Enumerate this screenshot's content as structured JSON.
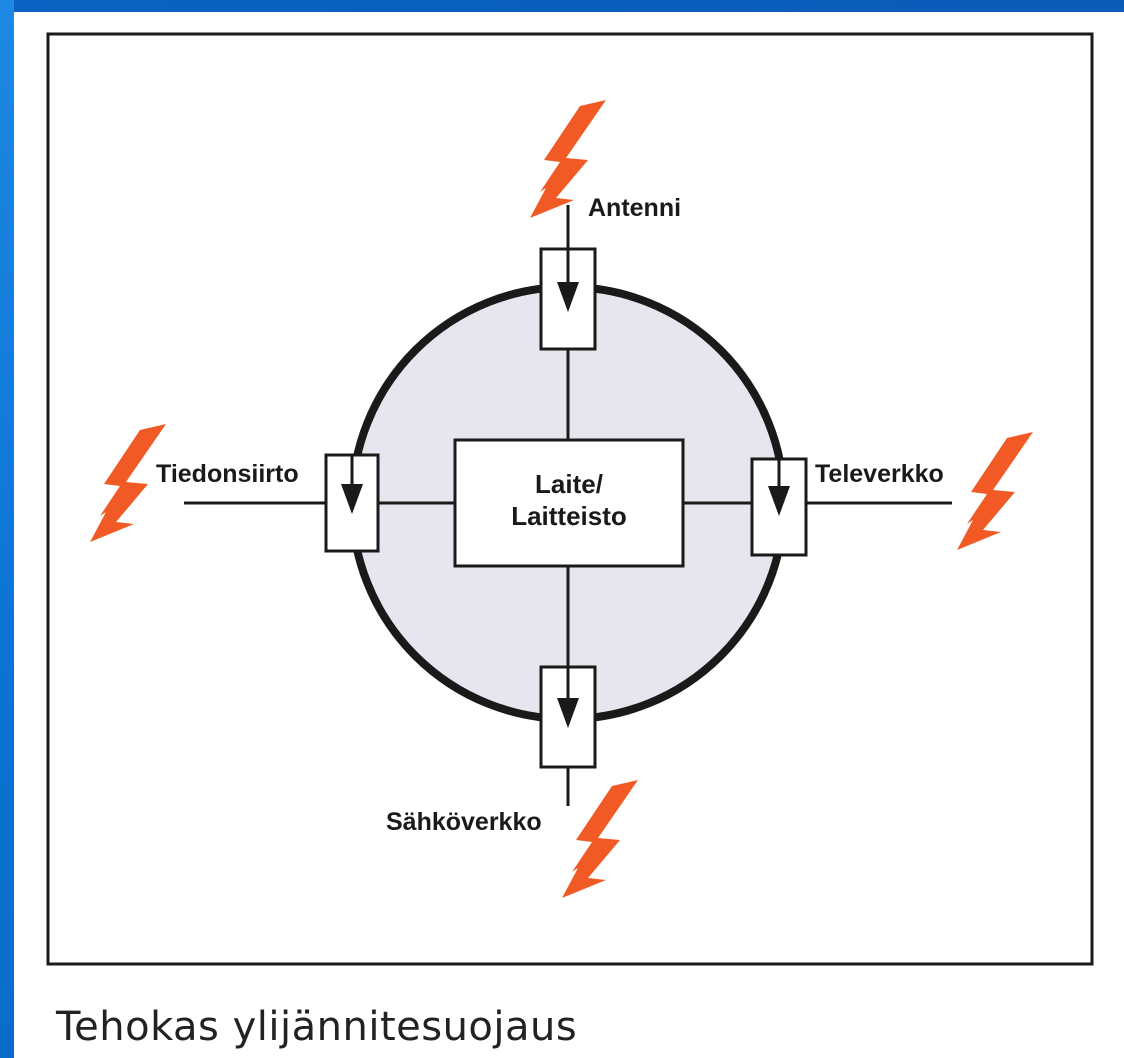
{
  "caption": "Tehokas ylijännitesuojaus",
  "center_device": {
    "line1": "Laite/",
    "line2": "Laitteisto"
  },
  "connections": {
    "top": "Antenni",
    "left": "Tiedonsiirto",
    "right": "Televerkko",
    "bottom": "Sähköverkko"
  },
  "icons": {
    "surge": "lightning-bolt-icon",
    "protector": "surge-protector-arrow-icon"
  },
  "colors": {
    "lightning": "#f15a24",
    "circle_fill": "#e7e6ef",
    "stroke": "#1a1a1a",
    "frame_accent": "#0b6fd1"
  }
}
